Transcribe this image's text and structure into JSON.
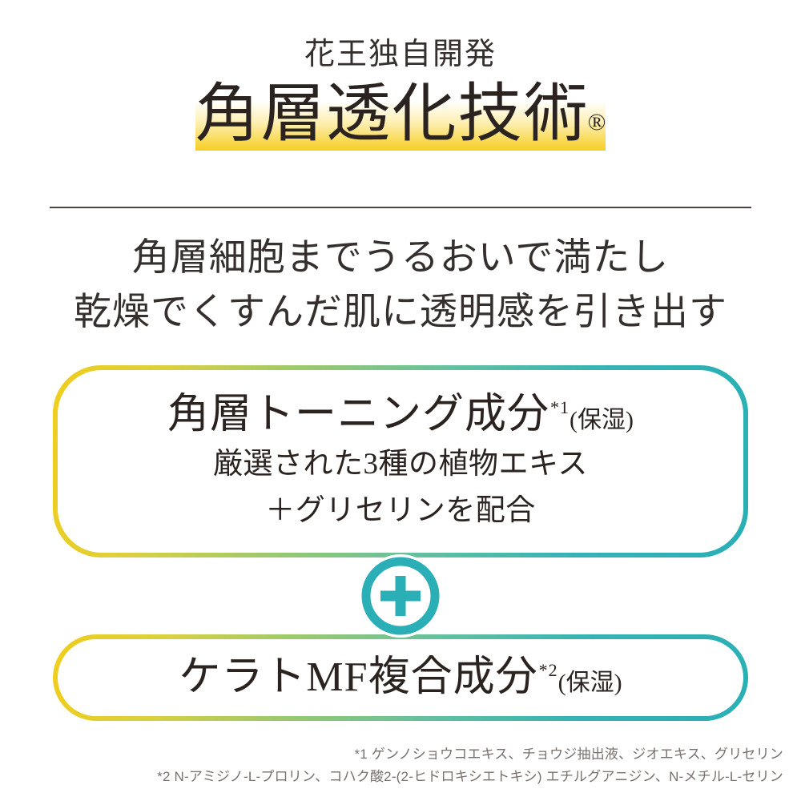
{
  "header": {
    "eyebrow": "花王独自開発",
    "title": "角層透化技術",
    "registered_mark": "®"
  },
  "lead": {
    "line1": "角層細胞までうるおいで満たし",
    "line2": "乾燥でくすんだ肌に透明感を引き出す"
  },
  "boxes": [
    {
      "heading": "角層トーニング成分",
      "superscript": "*1",
      "paren_note": "(保湿)",
      "sub_line1": "厳選された3種の植物エキス",
      "sub_line2": "＋グリセリンを配合"
    },
    {
      "heading": "ケラトMF複合成分",
      "superscript": "*2",
      "paren_note": "(保湿)"
    }
  ],
  "connector": {
    "icon": "plus-in-circle-icon"
  },
  "footnotes": [
    "*1 ゲンノショウコエキス、チョウジ抽出液、ジオエキス、グリセリン",
    "*2 N-アミジノ-L-プロリン、コハク酸2-(2-ヒドロキシエトキシ) エチルグアニジン、N-メチル-L-セリン"
  ],
  "colors": {
    "gradient_start": "#F0CE1B",
    "gradient_mid": "#9CC96C",
    "gradient_end": "#29AFB5",
    "teal": "#29AFB5",
    "highlight_yellow": "#F6CE23",
    "rule": "#4D4340",
    "text": "#2B2320",
    "footnote_text": "#78716E"
  }
}
